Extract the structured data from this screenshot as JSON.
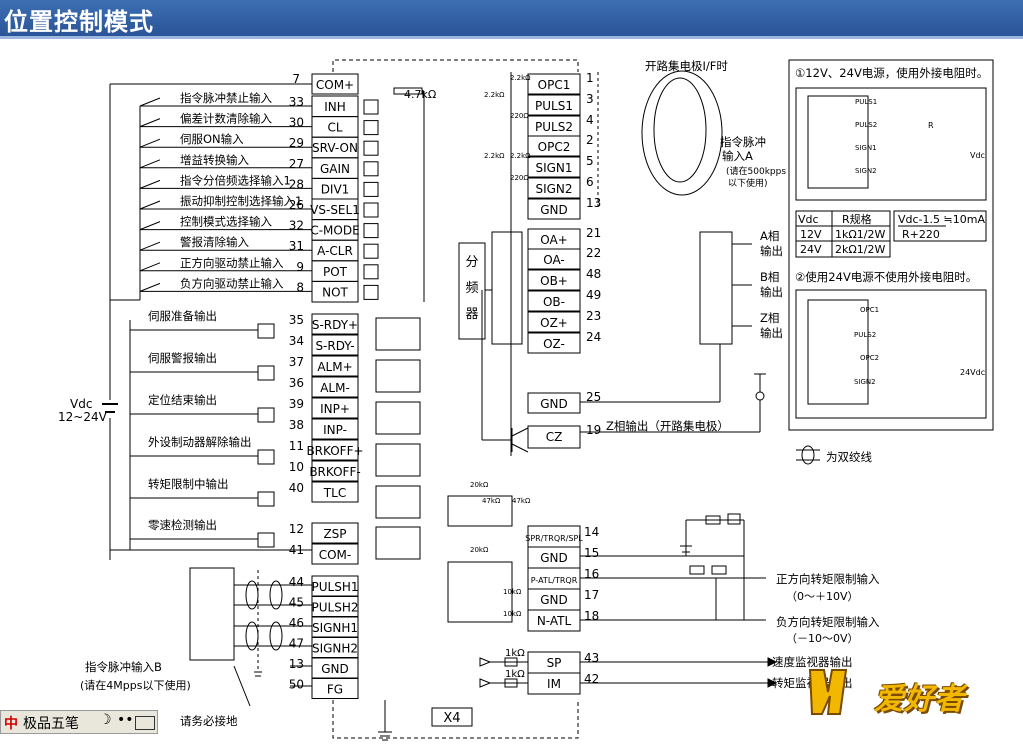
{
  "title": "位置控制模式",
  "vdc_label": "Vdc",
  "vdc_range": "12~24V",
  "connector_label": "X4",
  "open_collector_label": "开路集电极I/F时",
  "pulse_input_a": [
    "指令脉冲",
    "输入A",
    "(请在500kpps",
    "以下使用)"
  ],
  "divider_label": [
    "分",
    "频",
    "器"
  ],
  "resistor_47k": "4.7kΩ",
  "resistor_22k": "2.2kΩ",
  "resistor_220": "220Ω",
  "inputs": [
    {
      "label": "指令脉冲禁止输入",
      "pin": "33",
      "name": "INH"
    },
    {
      "label": "偏差计数清除输入",
      "pin": "30",
      "name": "CL"
    },
    {
      "label": "伺服ON输入",
      "pin": "29",
      "name": "SRV-ON"
    },
    {
      "label": "增益转换输入",
      "pin": "27",
      "name": "GAIN"
    },
    {
      "label": "指令分倍频选择输入1",
      "pin": "28",
      "name": "DIV1"
    },
    {
      "label": "振动抑制控制选择输入1",
      "pin": "26",
      "name": "VS-SEL1"
    },
    {
      "label": "控制模式选择输入",
      "pin": "32",
      "name": "C-MODE"
    },
    {
      "label": "警报清除输入",
      "pin": "31",
      "name": "A-CLR"
    },
    {
      "label": "正方向驱动禁止输入",
      "pin": "9",
      "name": "POT"
    },
    {
      "label": "负方向驱动禁止输入",
      "pin": "8",
      "name": "NOT"
    }
  ],
  "com_plus": {
    "pin": "7",
    "name": "COM+"
  },
  "outputs": [
    {
      "label": "伺服准备输出",
      "pins": [
        "35",
        "34"
      ],
      "names": [
        "S-RDY+",
        "S-RDY-"
      ]
    },
    {
      "label": "伺服警报输出",
      "pins": [
        "37",
        "36"
      ],
      "names": [
        "ALM+",
        "ALM-"
      ]
    },
    {
      "label": "定位结束输出",
      "pins": [
        "39",
        "38"
      ],
      "names": [
        "INP+",
        "INP-"
      ]
    },
    {
      "label": "外设制动器解除输出",
      "pins": [
        "11",
        "10"
      ],
      "names": [
        "BRKOFF+",
        "BRKOFF-"
      ]
    },
    {
      "label": "转矩限制中输出",
      "pins": [
        "40"
      ],
      "names": [
        "TLC"
      ]
    },
    {
      "label": "零速检测输出",
      "pins": [
        "12",
        "41"
      ],
      "names": [
        "ZSP",
        "COM-"
      ]
    }
  ],
  "left_bottom": [
    {
      "pin": "44",
      "name": "PULSH1"
    },
    {
      "pin": "45",
      "name": "PULSH2"
    },
    {
      "pin": "46",
      "name": "SIGNH1"
    },
    {
      "pin": "47",
      "name": "SIGNH2"
    },
    {
      "pin": "13",
      "name": "GND"
    },
    {
      "pin": "50",
      "name": "FG"
    }
  ],
  "pulse_input_b": [
    "指令脉冲输入B",
    "(请在4Mpps以下使用)"
  ],
  "ground_note": "请务必接地",
  "right_pins": [
    {
      "pin": "1",
      "name": "OPC1"
    },
    {
      "pin": "3",
      "name": "PULS1"
    },
    {
      "pin": "4",
      "name": "PULS2"
    },
    {
      "pin": "2",
      "name": "OPC2"
    },
    {
      "pin": "5",
      "name": "SIGN1"
    },
    {
      "pin": "6",
      "name": "SIGN2"
    },
    {
      "pin": "13",
      "name": "GND"
    },
    {
      "pin": "21",
      "name": "OA+"
    },
    {
      "pin": "22",
      "name": "OA-"
    },
    {
      "pin": "48",
      "name": "OB+"
    },
    {
      "pin": "49",
      "name": "OB-"
    },
    {
      "pin": "23",
      "name": "OZ+"
    },
    {
      "pin": "24",
      "name": "OZ-"
    },
    {
      "pin": "25",
      "name": "GND"
    },
    {
      "pin": "19",
      "name": "CZ"
    }
  ],
  "phase_outputs": [
    [
      "A相",
      "输出"
    ],
    [
      "B相",
      "输出"
    ],
    [
      "Z相",
      "输出"
    ]
  ],
  "z_open_collector": "Z相输出（开路集电极）",
  "analog_pins": [
    {
      "pin": "14",
      "name": "SPR/TRQR/SPL"
    },
    {
      "pin": "15",
      "name": "GND"
    },
    {
      "pin": "16",
      "name": "P-ATL/TRQR"
    },
    {
      "pin": "17",
      "name": "GND"
    },
    {
      "pin": "18",
      "name": "N-ATL"
    },
    {
      "pin": "43",
      "name": "SP"
    },
    {
      "pin": "42",
      "name": "IM"
    }
  ],
  "analog_labels": [
    [
      "正方向转矩限制输入",
      "（0～＋10V）"
    ],
    [
      "负方向转矩限制输入",
      "（－10～0V）"
    ],
    [
      "速度监视器输出"
    ],
    [
      "转矩监视器输出"
    ]
  ],
  "monitor_resistor": "1kΩ",
  "analog_resistors": [
    "20kΩ",
    "10kΩ",
    "47kΩ"
  ],
  "right_panel": {
    "note1": "①12V、24V电源，使用外接电阻时。",
    "table_headers": [
      "Vdc",
      "R规格"
    ],
    "table_rows": [
      [
        "12V",
        "1kΩ1/2W"
      ],
      [
        "24V",
        "2kΩ1/2W"
      ]
    ],
    "formula": "Vdc-1.5 ≒10mA",
    "formula_den": "R+220",
    "note2": "②使用24V电源不使用外接电阻时。",
    "v24": "24Vdc",
    "r_label": "R",
    "vdc": "Vdc"
  },
  "twisted_pair_note": "为双绞线",
  "ime": {
    "logo": "中",
    "name": "极品五笔",
    "moon": "☽",
    "dots": "••"
  },
  "watermark": "爱好者",
  "colors": {
    "title_bg": "#2a5497",
    "title_text": "#ffffff",
    "line": "#000000",
    "watermark": "#f2b800"
  }
}
